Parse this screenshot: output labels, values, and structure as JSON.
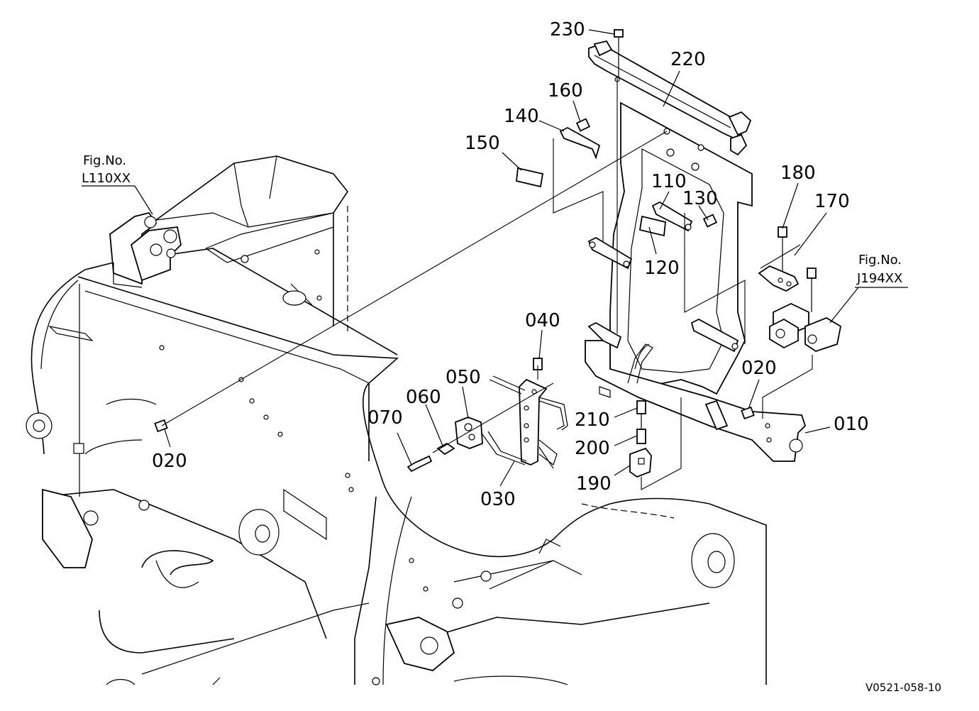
{
  "diagram": {
    "drawing_code": "V0521-058-10",
    "references": [
      {
        "line1": "Fig.No.",
        "line2": "L110XX"
      },
      {
        "line1": "Fig.No.",
        "line2": "J194XX"
      }
    ],
    "callouts": [
      "230",
      "220",
      "160",
      "140",
      "150",
      "110",
      "130",
      "120",
      "180",
      "170",
      "040",
      "050",
      "060",
      "070",
      "030",
      "020",
      "210",
      "200",
      "190",
      "010",
      "020"
    ]
  }
}
